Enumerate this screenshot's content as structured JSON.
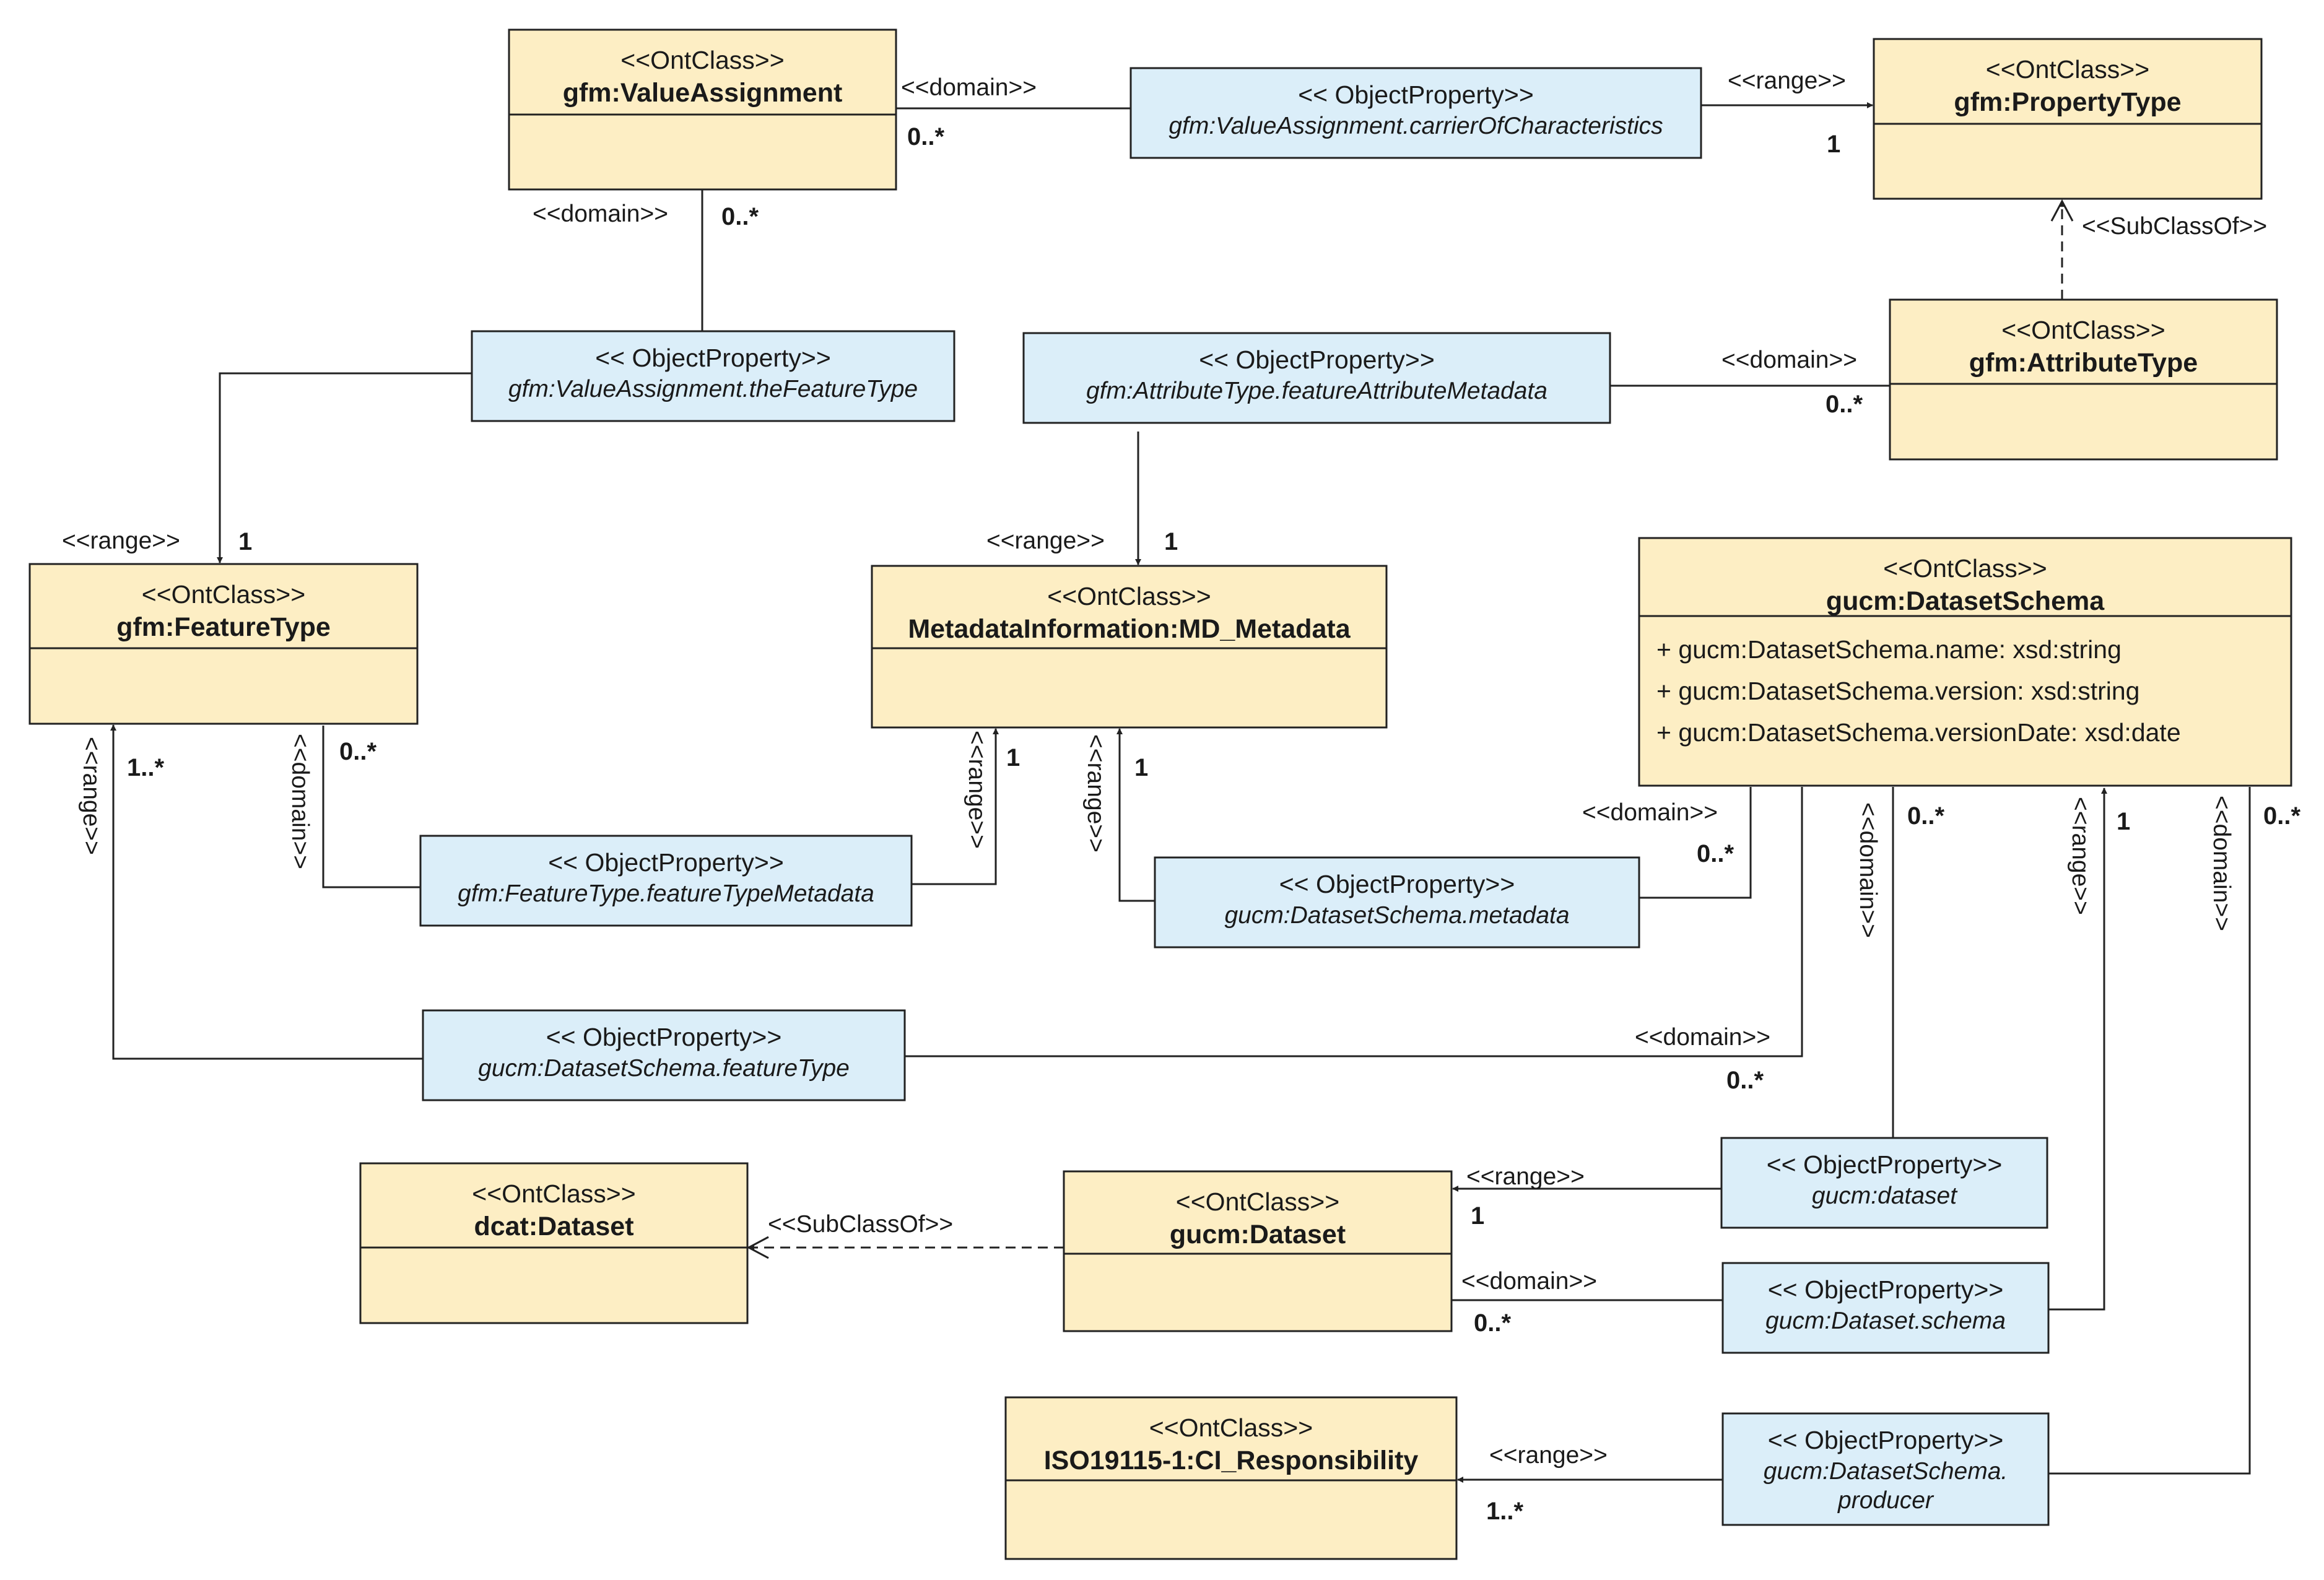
{
  "classes": [
    {
      "id": "value-assignment",
      "stereotype": "<<OntClass>>",
      "name": "gfm:ValueAssignment",
      "attributes": []
    },
    {
      "id": "property-type",
      "stereotype": "<<OntClass>>",
      "name": "gfm:PropertyType",
      "attributes": []
    },
    {
      "id": "attribute-type",
      "stereotype": "<<OntClass>>",
      "name": "gfm:AttributeType",
      "attributes": []
    },
    {
      "id": "feature-type",
      "stereotype": "<<OntClass>>",
      "name": "gfm:FeatureType",
      "attributes": []
    },
    {
      "id": "md-metadata",
      "stereotype": "<<OntClass>>",
      "name": "MetadataInformation:MD_Metadata",
      "attributes": []
    },
    {
      "id": "dataset-schema",
      "stereotype": "<<OntClass>>",
      "name": "gucm:DatasetSchema",
      "attributes": [
        "+ gucm:DatasetSchema.name: xsd:string",
        "+ gucm:DatasetSchema.version: xsd:string",
        "+ gucm:DatasetSchema.versionDate: xsd:date"
      ]
    },
    {
      "id": "dcat-dataset",
      "stereotype": "<<OntClass>>",
      "name": "dcat:Dataset",
      "attributes": []
    },
    {
      "id": "gucm-dataset",
      "stereotype": "<<OntClass>>",
      "name": "gucm:Dataset",
      "attributes": []
    },
    {
      "id": "ci-responsibility",
      "stereotype": "<<OntClass>>",
      "name": "ISO19115-1:CI_Responsibility",
      "attributes": []
    }
  ],
  "properties": [
    {
      "id": "carrier-of-characteristics",
      "stereotype": "<< ObjectProperty>>",
      "name": [
        "gfm:ValueAssignment.carrierOfCharacteristics"
      ]
    },
    {
      "id": "the-feature-type",
      "stereotype": "<< ObjectProperty>>",
      "name": [
        "gfm:ValueAssignment.theFeatureType"
      ]
    },
    {
      "id": "feature-attribute-metadata",
      "stereotype": "<< ObjectProperty>>",
      "name": [
        "gfm:AttributeType.featureAttributeMetadata"
      ]
    },
    {
      "id": "feature-type-metadata",
      "stereotype": "<< ObjectProperty>>",
      "name": [
        "gfm:FeatureType.featureTypeMetadata"
      ]
    },
    {
      "id": "schema-metadata",
      "stereotype": "<< ObjectProperty>>",
      "name": [
        "gucm:DatasetSchema.metadata"
      ]
    },
    {
      "id": "schema-feature-type",
      "stereotype": "<< ObjectProperty>>",
      "name": [
        "gucm:DatasetSchema.featureType"
      ]
    },
    {
      "id": "gucm-dataset-prop",
      "stereotype": "<< ObjectProperty>>",
      "name": [
        "gucm:dataset"
      ]
    },
    {
      "id": "dataset-schema-prop",
      "stereotype": "<< ObjectProperty>>",
      "name": [
        "gucm:Dataset.schema"
      ]
    },
    {
      "id": "schema-producer",
      "stereotype": "<< ObjectProperty>>",
      "name": [
        "gucm:DatasetSchema.",
        "producer"
      ]
    }
  ],
  "labels": {
    "domain": "<<domain>>",
    "range": "<<range>>",
    "subclass": "<<SubClassOf>>"
  },
  "multiplicities": {
    "many0": "0..*",
    "one": "1",
    "many1": "1..*"
  }
}
